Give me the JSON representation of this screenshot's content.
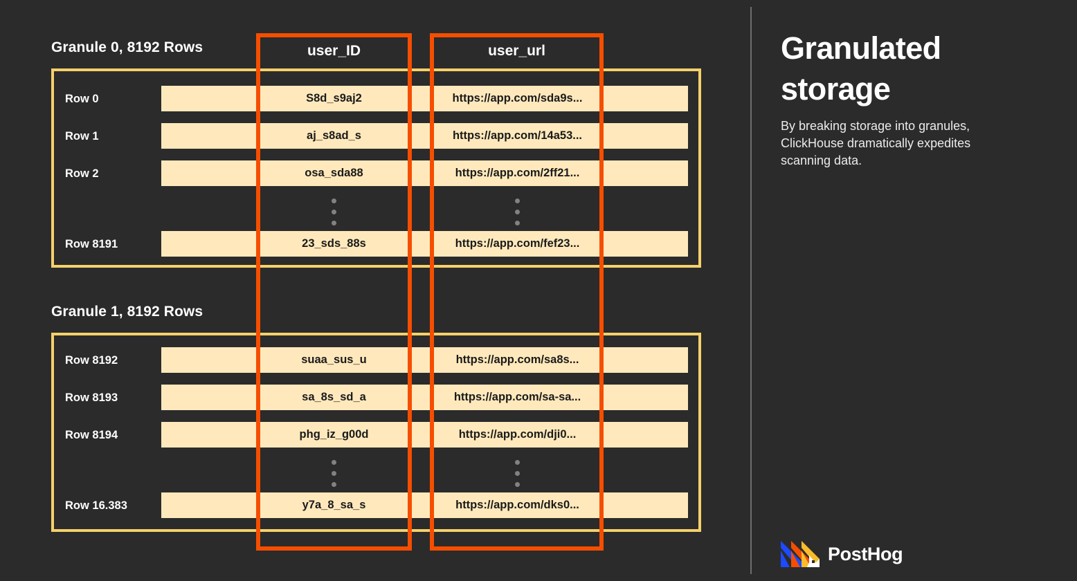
{
  "panel": {
    "title": "Granulated storage",
    "description": "By breaking storage into granules, ClickHouse dramatically expedites scanning data.",
    "logo_text": "PostHog"
  },
  "colors": {
    "background": "#2B2B2B",
    "granule_border": "#F5D16B",
    "column_border": "#F54E00",
    "cell_fill": "#FFE9BC",
    "text_light": "#FFFFFF",
    "dot": "#828282",
    "divider": "#6E6E6E",
    "logo_blue": "#1D4AFF",
    "logo_red": "#F54E00",
    "logo_yellow": "#F9BD2B",
    "logo_white": "#FFFFFF"
  },
  "columns": [
    {
      "name": "user_ID"
    },
    {
      "name": "user_url"
    }
  ],
  "granules": [
    {
      "title": "Granule 0, 8192 Rows",
      "rows": [
        {
          "label": "Row 0",
          "user_ID": "S8d_s9aj2",
          "user_url": "https://app.com/sda9s..."
        },
        {
          "label": "Row 1",
          "user_ID": "aj_s8ad_s",
          "user_url": "https://app.com/14a53..."
        },
        {
          "label": "Row 2",
          "user_ID": "osa_sda88",
          "user_url": "https://app.com/2ff21..."
        },
        {
          "label": "",
          "user_ID": "ellipsis",
          "user_url": "ellipsis"
        },
        {
          "label": "Row 8191",
          "user_ID": "23_sds_88s",
          "user_url": "https://app.com/fef23..."
        }
      ]
    },
    {
      "title": "Granule 1, 8192 Rows",
      "rows": [
        {
          "label": "Row 8192",
          "user_ID": "suaa_sus_u",
          "user_url": "https://app.com/sa8s..."
        },
        {
          "label": "Row 8193",
          "user_ID": "sa_8s_sd_a",
          "user_url": "https://app.com/sa-sa..."
        },
        {
          "label": "Row 8194",
          "user_ID": "phg_iz_g00d",
          "user_url": "https://app.com/dji0..."
        },
        {
          "label": "",
          "user_ID": "ellipsis",
          "user_url": "ellipsis"
        },
        {
          "label": "Row 16.383",
          "user_ID": "y7a_8_sa_s",
          "user_url": "https://app.com/dks0..."
        }
      ]
    }
  ]
}
